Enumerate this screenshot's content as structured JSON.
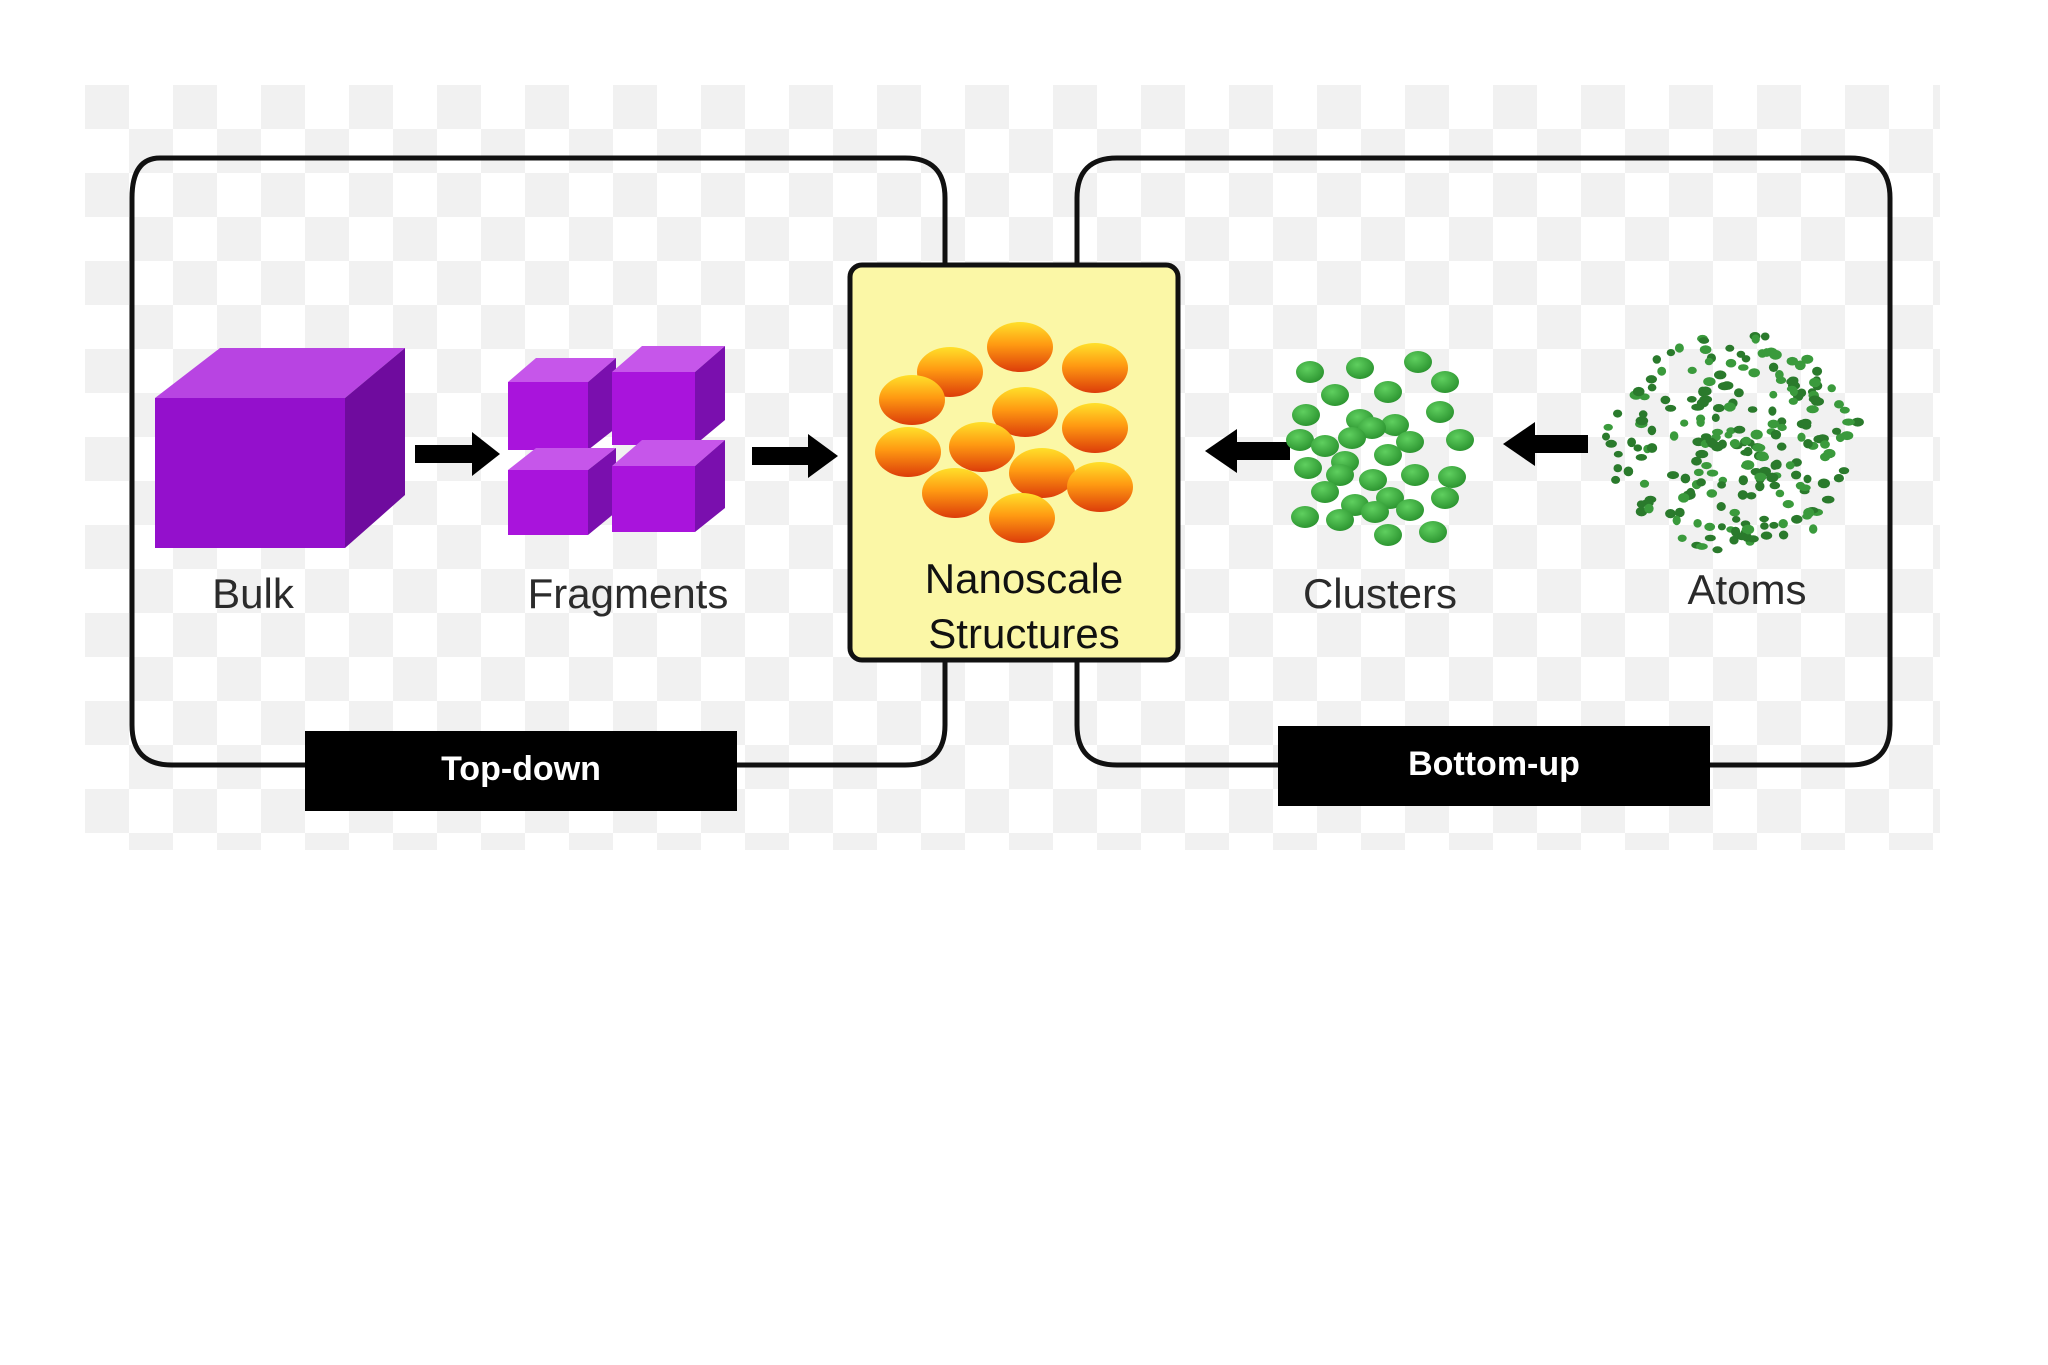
{
  "diagram": {
    "top_down": {
      "tag": "Top-down",
      "bulk_label": "Bulk",
      "fragments_label": "Fragments"
    },
    "center": {
      "line1": "Nanoscale",
      "line2": "Structures"
    },
    "bottom_up": {
      "tag": "Bottom-up",
      "clusters_label": "Clusters",
      "atoms_label": "Atoms"
    }
  },
  "colors": {
    "cube_front": "#9410cc",
    "cube_top": "#b540e0",
    "cube_side": "#6e0a9c",
    "center_fill": "#fbf7a6",
    "sphere_top": "#ffdc2a",
    "sphere_bottom": "#e0400a",
    "cluster_dot": "#35a23a",
    "atom_dot": "#2a7a2c",
    "tag_fill": "#000000"
  }
}
